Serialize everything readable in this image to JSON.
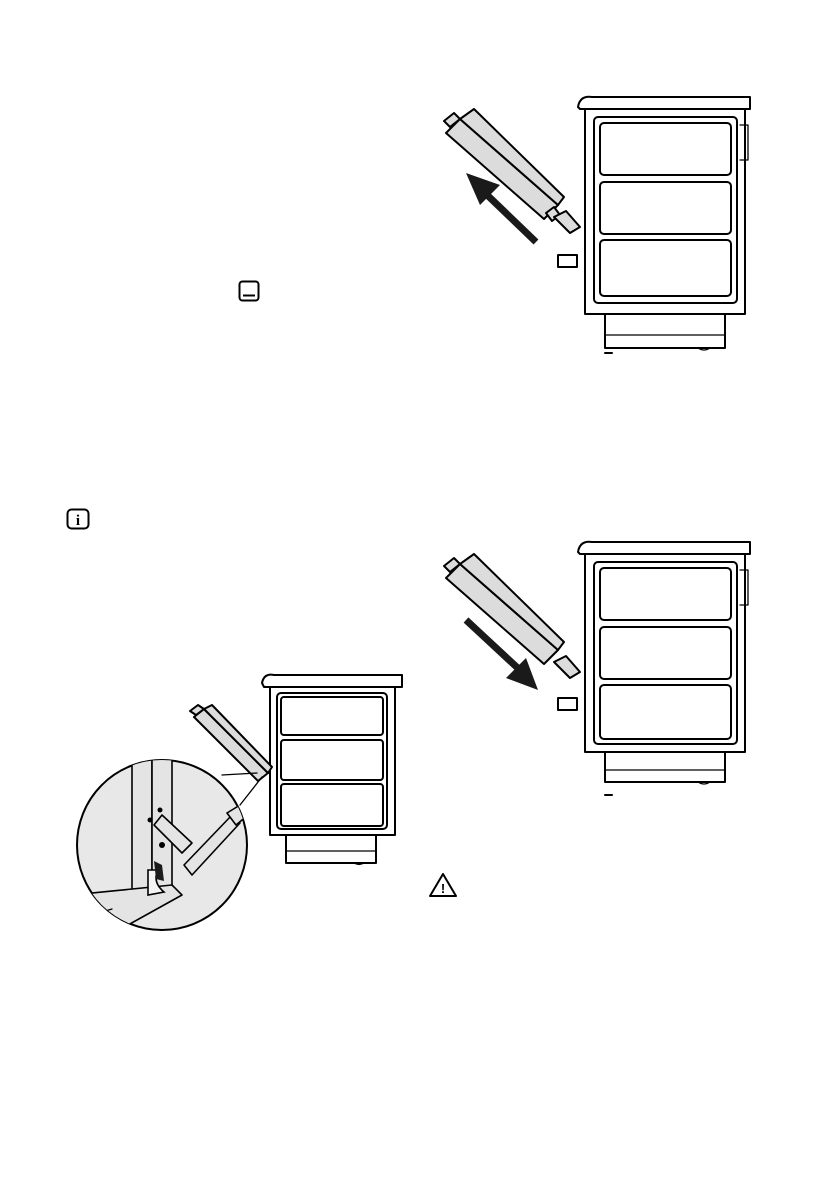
{
  "page": {
    "background": "#ffffff"
  },
  "icons": {
    "oven_function": "oven-bottom-heat-icon",
    "info": "information-icon",
    "warning": "warning-triangle-icon"
  },
  "info_symbol": "i",
  "warning_symbol": "!",
  "figures": [
    {
      "id": "door-removal",
      "arrow": "up-left"
    },
    {
      "id": "hinge-lever-detail",
      "magnified_detail": true
    },
    {
      "id": "door-installation",
      "arrow": "down-right"
    }
  ]
}
